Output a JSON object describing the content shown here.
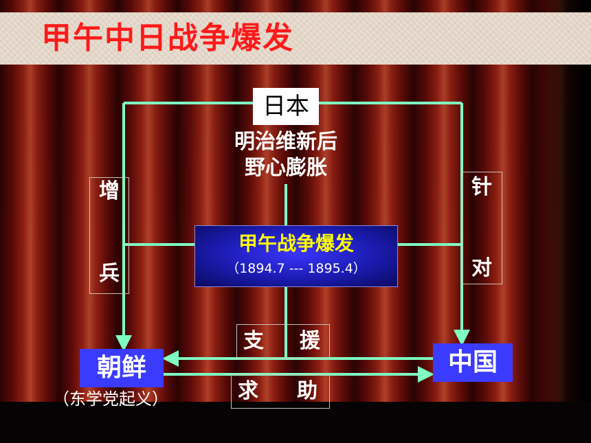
{
  "title": "甲午中日战争爆发",
  "japan": {
    "label": "日本",
    "desc_line1": "明治维新后",
    "desc_line2": "野心膨胀"
  },
  "war": {
    "title": "甲午战争爆发",
    "date": "（1894.7 --- 1895.4）"
  },
  "korea": {
    "label": "朝鲜",
    "note": "（东学党起义）"
  },
  "china": {
    "label": "中国"
  },
  "labels": {
    "left_top": "增",
    "left_bottom": "兵",
    "right_top": "针",
    "right_bottom": "对",
    "support_left": "支",
    "support_right": "援",
    "help_left": "求",
    "help_right": "助"
  },
  "colors": {
    "connector": "#7fffc4",
    "title_red": "#ff1a1a",
    "war_title_yellow": "#ffff00",
    "node_blue": "#3b3bff"
  }
}
